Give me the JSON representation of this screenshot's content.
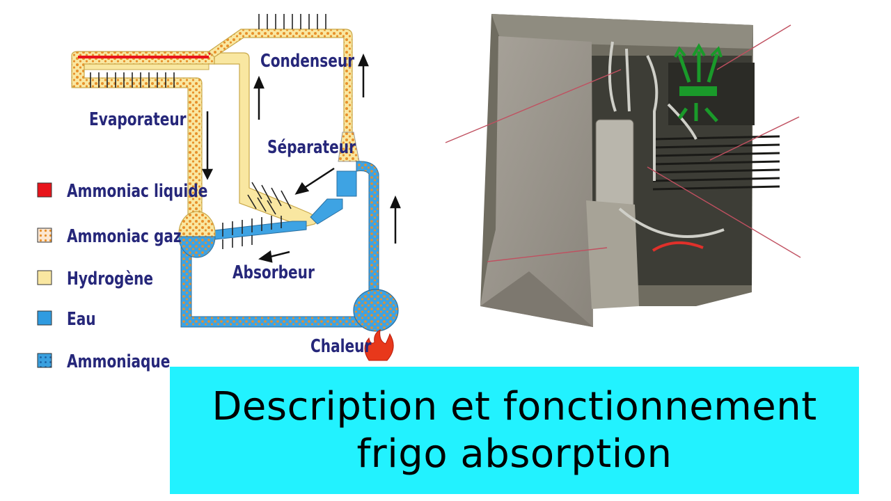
{
  "diagram": {
    "labels": {
      "condenseur": "Condenseur",
      "evaporateur": "Evaporateur",
      "separateur": "Séparateur",
      "absorbeur": "Absorbeur",
      "chaleur": "Chaleur"
    },
    "legend": [
      {
        "label": "Ammoniac liquide",
        "color": "#e8141b",
        "pattern": "solid"
      },
      {
        "label": "Ammoniac gaz",
        "color": "#f6d9a8",
        "pattern": "dots"
      },
      {
        "label": "Hydrogène",
        "color": "#f9e7a1",
        "pattern": "solid"
      },
      {
        "label": "Eau",
        "color": "#2f9be0",
        "pattern": "solid"
      },
      {
        "label": "Ammoniaque",
        "color": "#3aa0df",
        "pattern": "dots"
      }
    ],
    "colors": {
      "label_text": "#26277a",
      "hydrogen": "#f9e7a1",
      "water": "#3ea3e3",
      "ammonia_liquid": "#e8141b",
      "ammonia_dots": "#e8902a",
      "flame": "#e8381b",
      "arrow_green": "#1a9a2a"
    }
  },
  "banner": {
    "line1": "Description et fonctionnement",
    "line2": "frigo absorption",
    "background": "#22f2ff"
  }
}
